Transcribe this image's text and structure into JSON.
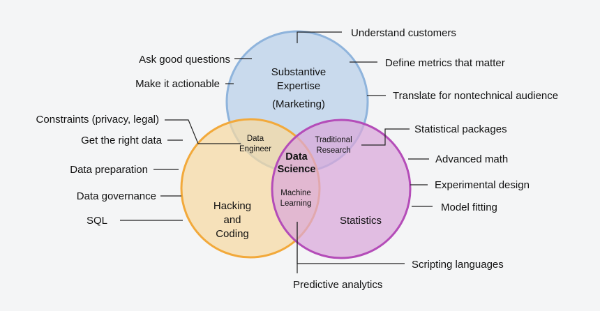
{
  "circles": [
    {
      "id": "substantive",
      "line1": "Substantive",
      "line2": "Expertise",
      "line3": "(Marketing)",
      "fill": "#c6d8ec",
      "stroke": "#8fb4dc"
    },
    {
      "id": "hacking",
      "line1": "Hacking",
      "line2": "and",
      "line3": "Coding",
      "fill": "#f7d9a2",
      "stroke": "#f2a93b"
    },
    {
      "id": "statistics",
      "line1": "Statistics",
      "fill": "#deb2de",
      "stroke": "#b44cb8"
    }
  ],
  "intersections": {
    "data_engineer": [
      "Data",
      "Engineer"
    ],
    "traditional_research": [
      "Traditional",
      "Research"
    ],
    "machine_learning": [
      "Machine",
      "Learning"
    ],
    "data_science": [
      "Data",
      "Science"
    ]
  },
  "callouts": {
    "understand_customers": "Understand customers",
    "ask_good_questions": "Ask good questions",
    "define_metrics": "Define metrics that matter",
    "make_actionable": "Make it actionable",
    "translate": "Translate for nontechnical audience",
    "constraints": "Constraints (privacy, legal)",
    "get_right_data": "Get the right data",
    "statistical_packages": "Statistical packages",
    "advanced_math": "Advanced math",
    "data_preparation": "Data preparation",
    "experimental_design": "Experimental design",
    "data_governance": "Data governance",
    "model_fitting": "Model fitting",
    "sql": "SQL",
    "scripting_languages": "Scripting languages",
    "predictive_analytics": "Predictive analytics"
  }
}
